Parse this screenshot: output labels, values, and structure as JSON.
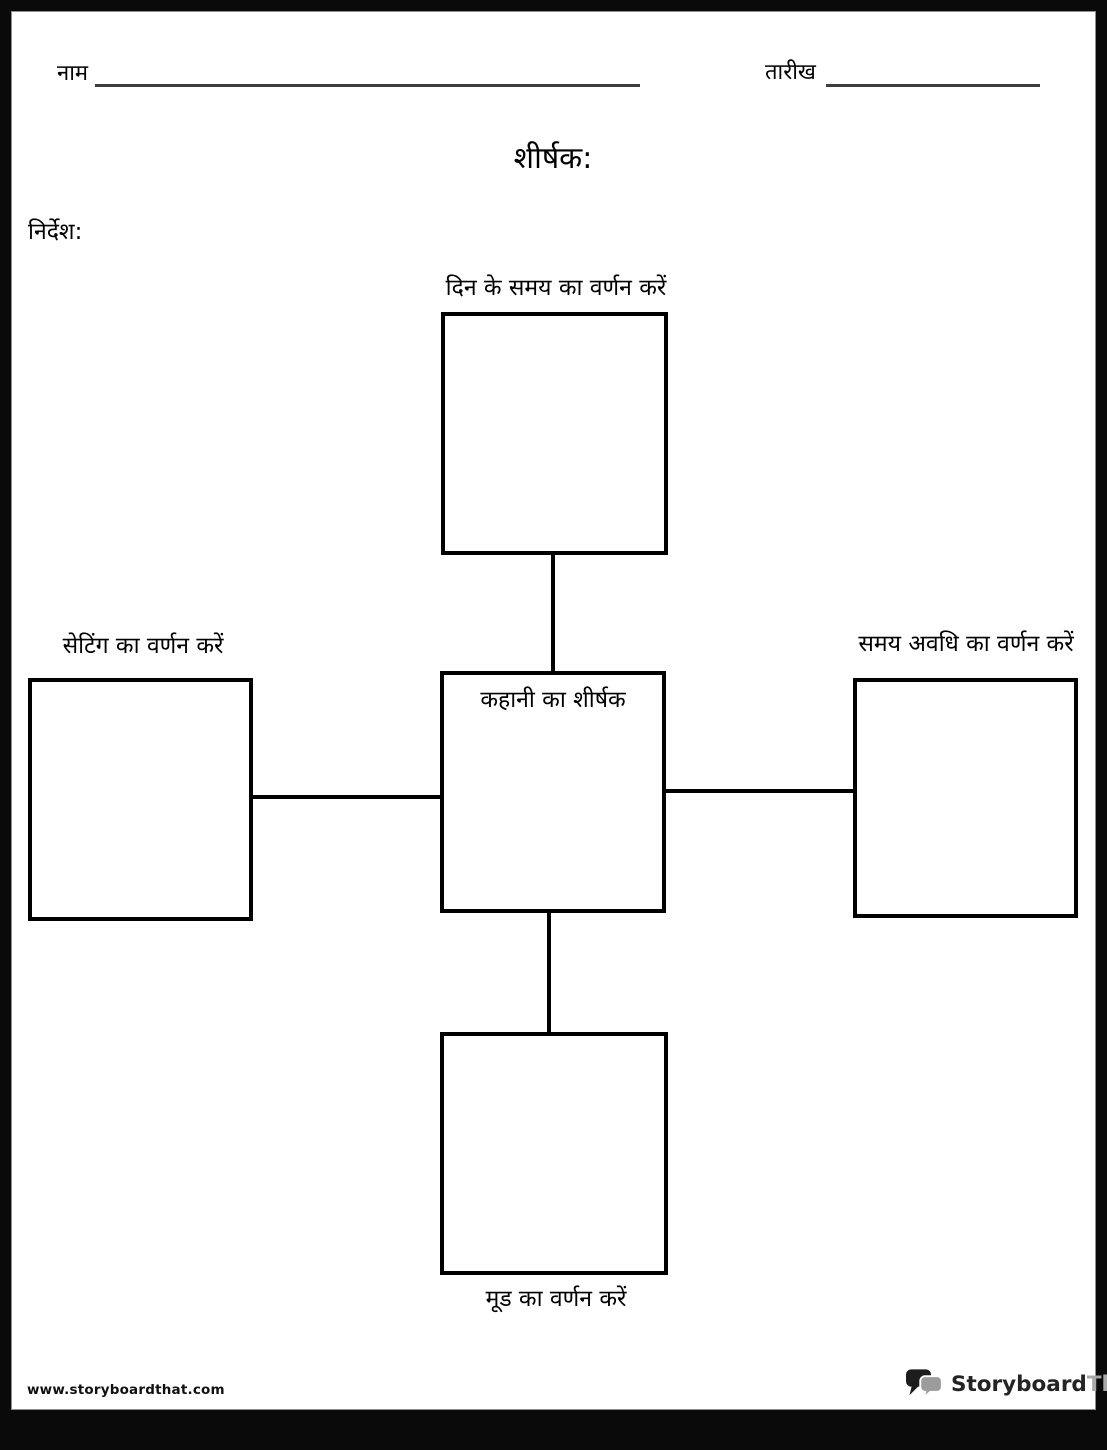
{
  "header": {
    "name_label": "नाम",
    "date_label": "तारीख",
    "title_label": "शीर्षक:",
    "instructions_label": "निर्देश:"
  },
  "diagram": {
    "type": "spider-map",
    "center": {
      "label": "कहानी का शीर्षक"
    },
    "top": {
      "label": "दिन के समय का वर्णन करें"
    },
    "left": {
      "label": "सेटिंग का वर्णन करें"
    },
    "right": {
      "label": "समय अवधि का वर्णन करें"
    },
    "bottom": {
      "label": "मूड का वर्णन करें"
    }
  },
  "footer": {
    "website": "www.storyboardthat.com",
    "logo_primary": "Storyboard",
    "logo_secondary": "That"
  },
  "colors": {
    "page_background": "#ffffff",
    "frame_background": "#0a0a0a",
    "box_line": "#000000",
    "underline": "#3d3d3d",
    "logo_black": "#242424",
    "logo_gray": "#a8a8a8"
  }
}
